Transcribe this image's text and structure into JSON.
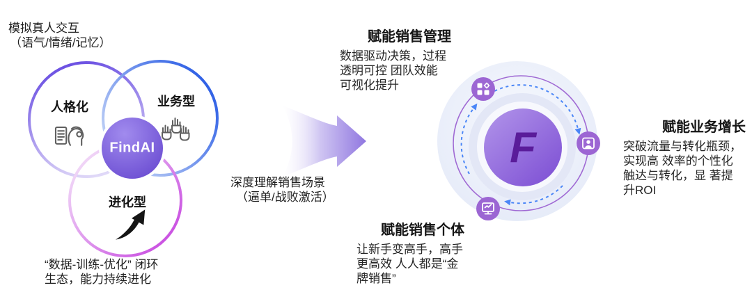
{
  "venn": {
    "top_note": {
      "line1": "模拟真人交互",
      "line2": "（语气/情绪/记忆）"
    },
    "bottom_note": {
      "line1": "“数据-训练-优化” 闭环",
      "line2": "生态，能力持续进化"
    },
    "labels": {
      "personalized": "人格化",
      "business": "业务型",
      "evolving": "进化型"
    },
    "center": "FindAI"
  },
  "transition": {
    "line1": "深度理解销售场景",
    "line2": "（逼单/战败激活）"
  },
  "hub": {
    "logo_letter": "F"
  },
  "benefits": {
    "management": {
      "title": "赋能销售管理",
      "lines": [
        "数据驱动决策，过程",
        "透明可控 团队效能",
        "可视化提升"
      ]
    },
    "growth": {
      "title": "赋能业务增长",
      "lines": [
        "突破流量与转化瓶颈，",
        "实现高 效率的个性化",
        "触达与转化，显 著提",
        "升ROI"
      ]
    },
    "individual": {
      "title": "赋能销售个体",
      "lines": [
        "让新手变高手，高手",
        "更高效 人人都是“金",
        "牌销售”"
      ]
    }
  },
  "icons": {
    "venn_personalized": "persona-headset-document-icon",
    "venn_business": "raised-hands-icon",
    "venn_evolving": "growth-swoosh-arrow-icon",
    "hub_top": "apps-gear-icon",
    "hub_right": "user-card-icon",
    "hub_bottom": "monitor-trend-icon",
    "transition": "right-arrow"
  },
  "colors": {
    "venn_purple": "#6a4fe2",
    "venn_blue": "#2256e4",
    "venn_magenta": "#cb55e2",
    "center_purple": "#7048d8",
    "hub_badge_purple": "#9c66d3",
    "hub_ring_purple": "#a06ad4",
    "hub_arc_blue": "#4a86f7",
    "logo_dark_purple": "#5a1c9a",
    "text_dark": "#1b1b1b"
  }
}
